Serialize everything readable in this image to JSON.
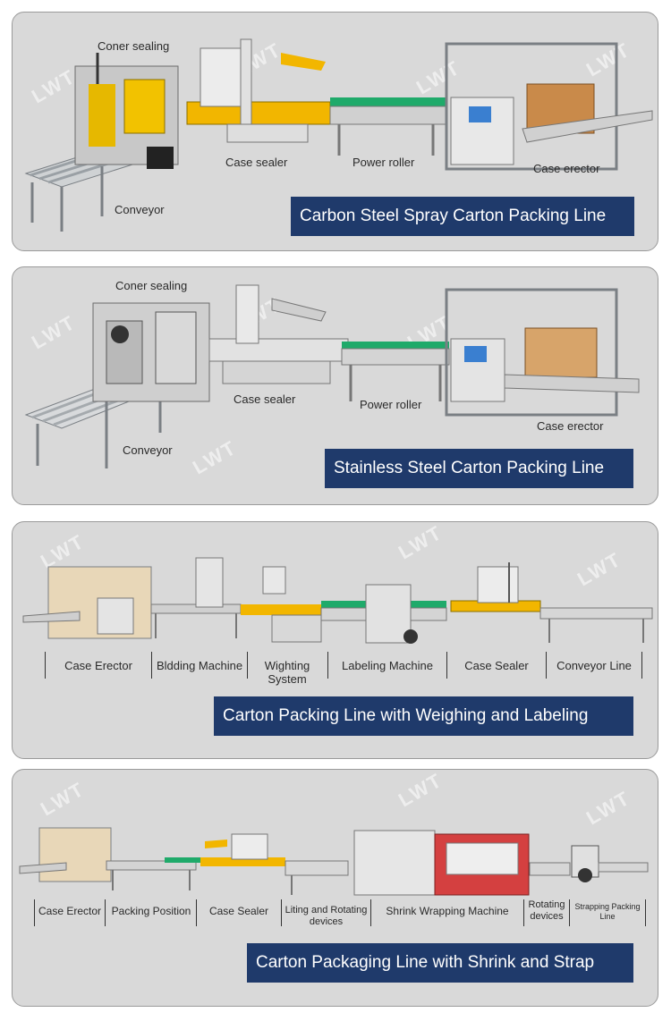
{
  "watermark": "LWT",
  "panels": [
    {
      "title": "Carbon Steel Spray Carton Packing Line",
      "labels": {
        "coner_sealing": "Coner sealing",
        "case_sealer": "Case sealer",
        "power_roller": "Power roller",
        "case_erector": "Case erector",
        "conveyor": "Conveyor"
      }
    },
    {
      "title": "Stainless Steel Carton Packing Line",
      "labels": {
        "coner_sealing": "Coner sealing",
        "case_sealer": "Case sealer",
        "power_roller": "Power roller",
        "case_erector": "Case erector",
        "conveyor": "Conveyor"
      }
    },
    {
      "title": "Carton Packing Line with Weighing and Labeling",
      "stations": [
        "Case Erector",
        "Bldding Machine",
        "Wighting System",
        "Labeling Machine",
        "Case Sealer",
        "Conveyor Line"
      ]
    },
    {
      "title": "Carton Packaging Line with Shrink and Strap",
      "stations": [
        "Case Erector",
        "Packing Position",
        "Case Sealer",
        "Liting and Rotating devices",
        "Shrink Wrapping Machine",
        "Rotating devices",
        "Strapping Packing Line"
      ]
    }
  ],
  "colors": {
    "panel_bg": "#d9d9d9",
    "title_bg": "#1f3a6b",
    "accent_yellow": "#f2b600",
    "accent_green": "#1faa6a"
  }
}
